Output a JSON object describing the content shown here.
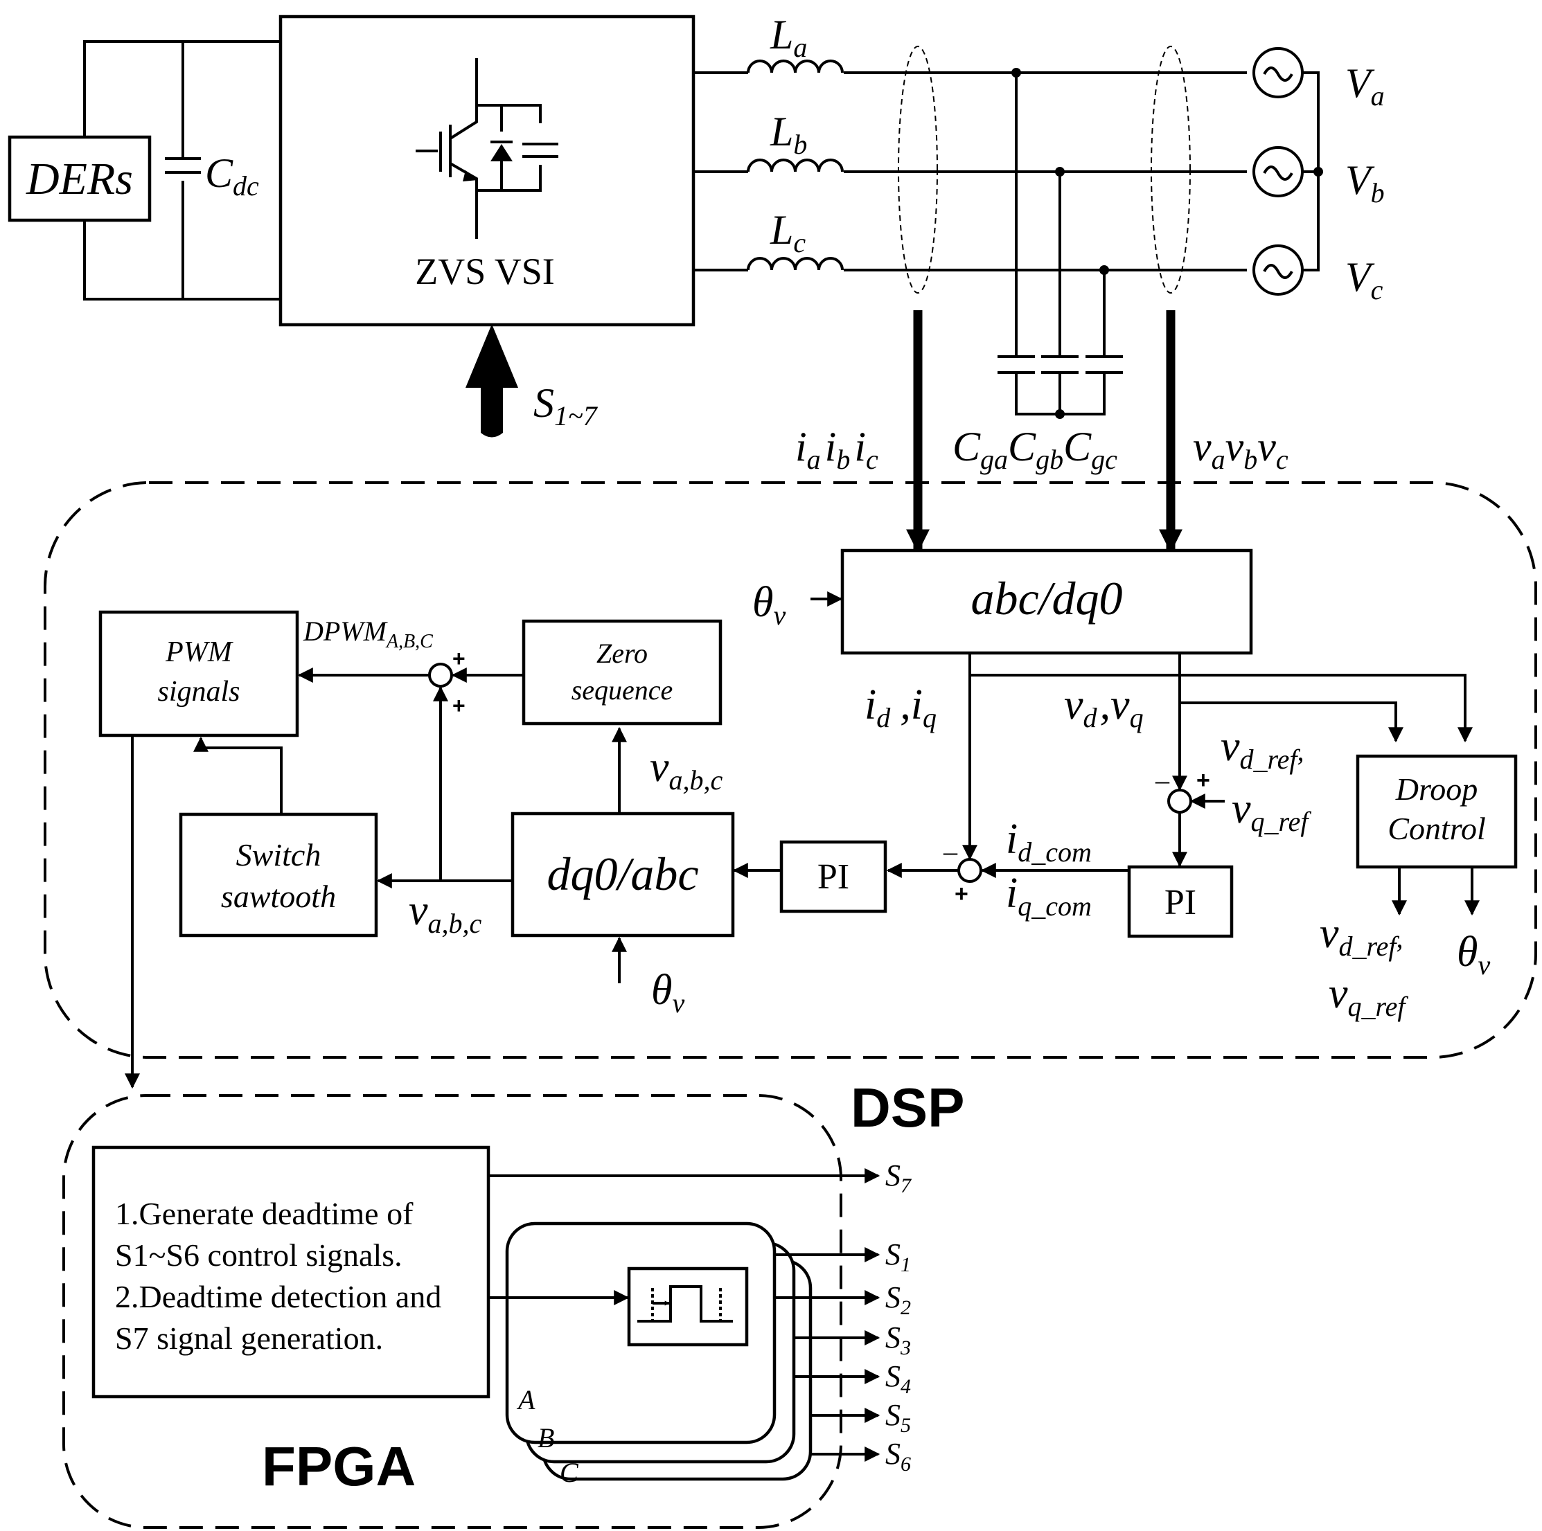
{
  "source": {
    "label": "DERs",
    "dc_cap": "C",
    "dc_cap_sub": "dc"
  },
  "inverter": {
    "label": "ZVS  VSI",
    "gate_label": "S",
    "gate_sub": "1~7"
  },
  "inductors": [
    {
      "label": "L",
      "sub": "a"
    },
    {
      "label": "L",
      "sub": "b"
    },
    {
      "label": "L",
      "sub": "c"
    }
  ],
  "grid_sources": [
    {
      "label": "V",
      "sub": "a"
    },
    {
      "label": "V",
      "sub": "b"
    },
    {
      "label": "V",
      "sub": "c"
    }
  ],
  "filter_caps": [
    {
      "label": "C",
      "sub": "ga"
    },
    {
      "label": "C",
      "sub": "gb"
    },
    {
      "label": "C",
      "sub": "gc"
    }
  ],
  "measurements": {
    "currents": [
      {
        "v": "i",
        "s": "a"
      },
      {
        "v": "i",
        "s": "b"
      },
      {
        "v": "i",
        "s": "c"
      }
    ],
    "voltages": [
      {
        "v": "v",
        "s": "a"
      },
      {
        "v": "v",
        "s": "b"
      },
      {
        "v": "v",
        "s": "c"
      }
    ]
  },
  "dsp": {
    "name": "DSP",
    "blocks": {
      "abc_dq0": "abc/dq0",
      "dq0_abc": "dq0/abc",
      "pi_current": "PI",
      "pi_voltage": "PI",
      "droop_1": "Droop",
      "droop_2": "Control",
      "zero_1": "Zero",
      "zero_2": "sequence",
      "pwm_1": "PWM",
      "pwm_2": "signals",
      "saw_1": "Switch",
      "saw_2": "sawtooth"
    },
    "signals": {
      "theta": "θ",
      "theta_sub": "v",
      "id": "i",
      "id_sub": "d",
      "iq": "i",
      "iq_sub": "q",
      "vd": "v",
      "vd_sub": "d",
      "vq": "v",
      "vq_sub": "q",
      "vdref": "v",
      "vdref_sub": "d_ref",
      "vqref": "v",
      "vqref_sub": "q_ref",
      "idcom": "i",
      "idcom_sub": "d_com",
      "iqcom": "i",
      "iqcom_sub": "q_com",
      "vabc": "v",
      "vabc_sub": "a,b,c",
      "dpwm": "DPWM",
      "dpwm_sub": "A,B,C",
      "plus": "+",
      "minus": "–",
      "comma": ","
    }
  },
  "fpga": {
    "name": "FPGA",
    "text_lines": [
      "1.Generate deadtime of",
      "S1~S6 control signals.",
      "2.Deadtime detection and",
      "S7 signal generation."
    ],
    "phase_cards": [
      "A",
      "B",
      "C"
    ],
    "outputs": [
      {
        "label": "S",
        "sub": "7"
      },
      {
        "label": "S",
        "sub": "1"
      },
      {
        "label": "S",
        "sub": "2"
      },
      {
        "label": "S",
        "sub": "3"
      },
      {
        "label": "S",
        "sub": "4"
      },
      {
        "label": "S",
        "sub": "5"
      },
      {
        "label": "S",
        "sub": "6"
      }
    ]
  }
}
